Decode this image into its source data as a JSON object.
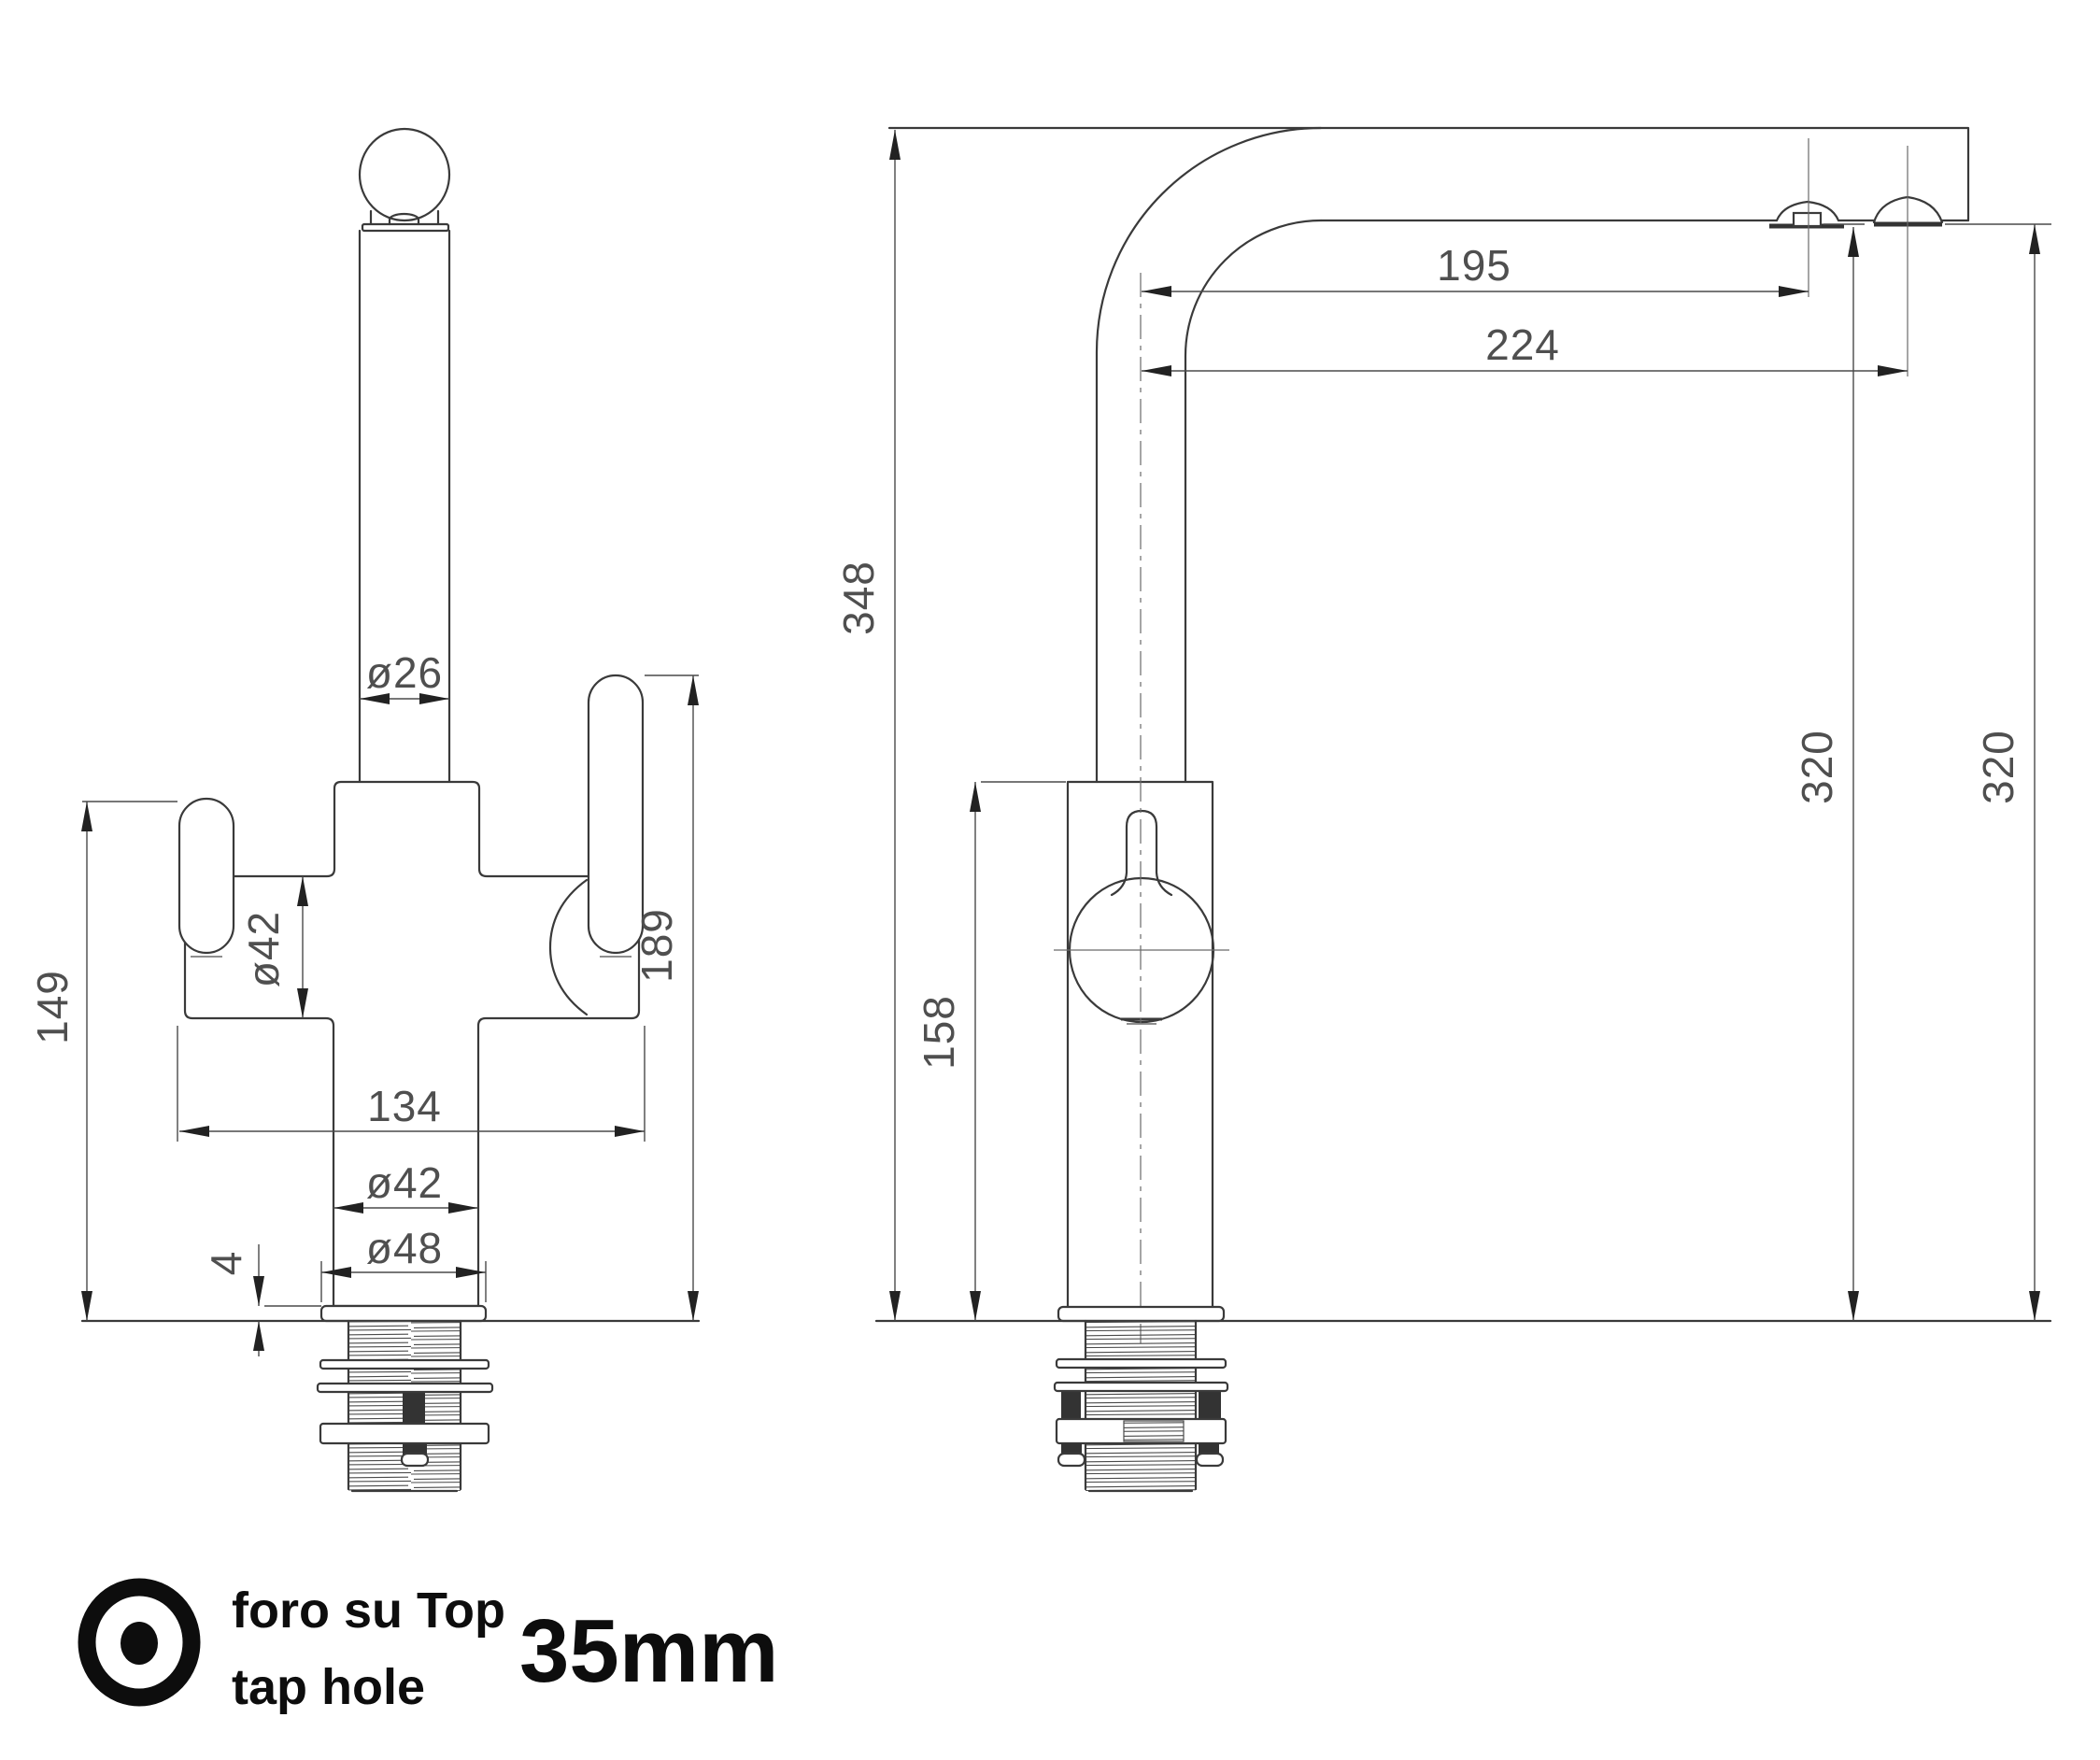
{
  "drawing": {
    "left_view": {
      "dims": {
        "d26": "ø26",
        "d42_body": "ø42",
        "d134": "134",
        "d42_base": "ø42",
        "d48": "ø48",
        "d4": "4",
        "d149": "149",
        "d189": "189"
      }
    },
    "right_view": {
      "dims": {
        "d195": "195",
        "d224": "224",
        "d348": "348",
        "d158": "158",
        "d320a": "320",
        "d320b": "320"
      }
    },
    "legend": {
      "line1_it": "foro su Top",
      "line2_en": "tap hole",
      "size": "35mm"
    }
  },
  "colors": {
    "background": "#ffffff",
    "object_line": "#3a3a3a",
    "dimension_line": "#4a4a4a",
    "dimension_text": "#4f4f4f",
    "legend_text": "#0d0d0d"
  }
}
